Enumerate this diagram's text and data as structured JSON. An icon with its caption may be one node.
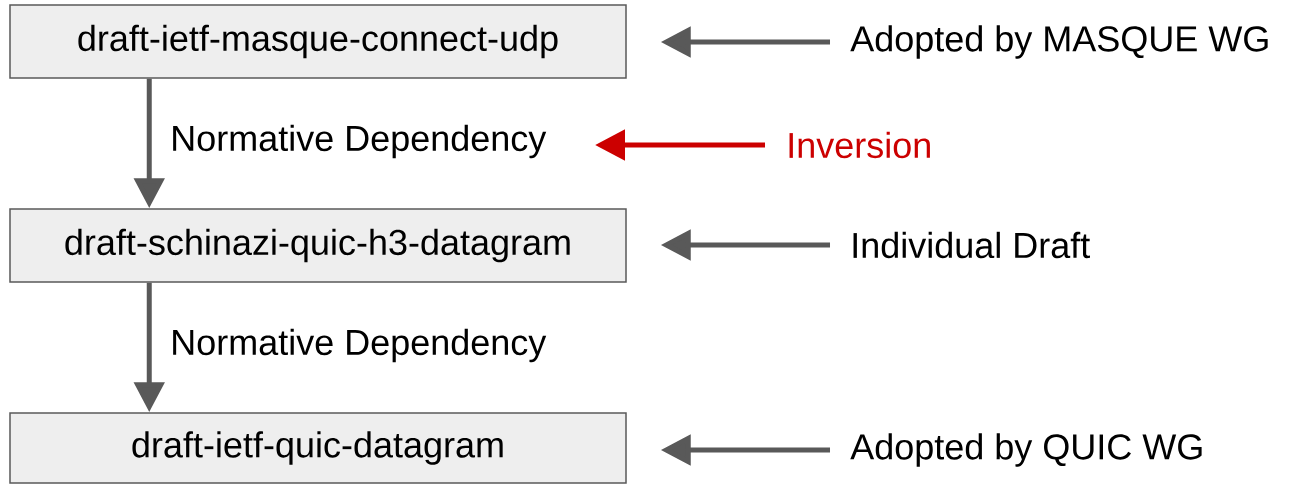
{
  "diagram": {
    "nodes": [
      {
        "text": [
          "draft-ietf-masque-connect-udp"
        ]
      },
      {
        "text": [
          "draft-schinazi-quic-h3-datagram"
        ]
      },
      {
        "text": [
          "draft-ietf-quic-datagram"
        ]
      },
      {
        "text": [
          "Adopted by MASQUE WG"
        ]
      },
      {
        "text": [
          "Individual Draft"
        ]
      },
      {
        "text": [
          "Adopted by QUIC WG"
        ]
      },
      {
        "text": [
          "Inversion"
        ]
      }
    ],
    "edges": [
      {
        "from": 0,
        "to": 1,
        "arrow": "to",
        "label": "Normative Dependency"
      },
      {
        "from": 1,
        "to": 2,
        "arrow": "to",
        "label": "Normative Dependency"
      },
      {
        "from": 3,
        "to": 0,
        "arrow": "to"
      },
      {
        "from": 4,
        "to": 1,
        "arrow": "to"
      },
      {
        "from": 5,
        "to": 2,
        "arrow": "to"
      },
      {
        "from": 6,
        "to": null,
        "arrow": "to",
        "color": "#cc0000"
      }
    ]
  }
}
